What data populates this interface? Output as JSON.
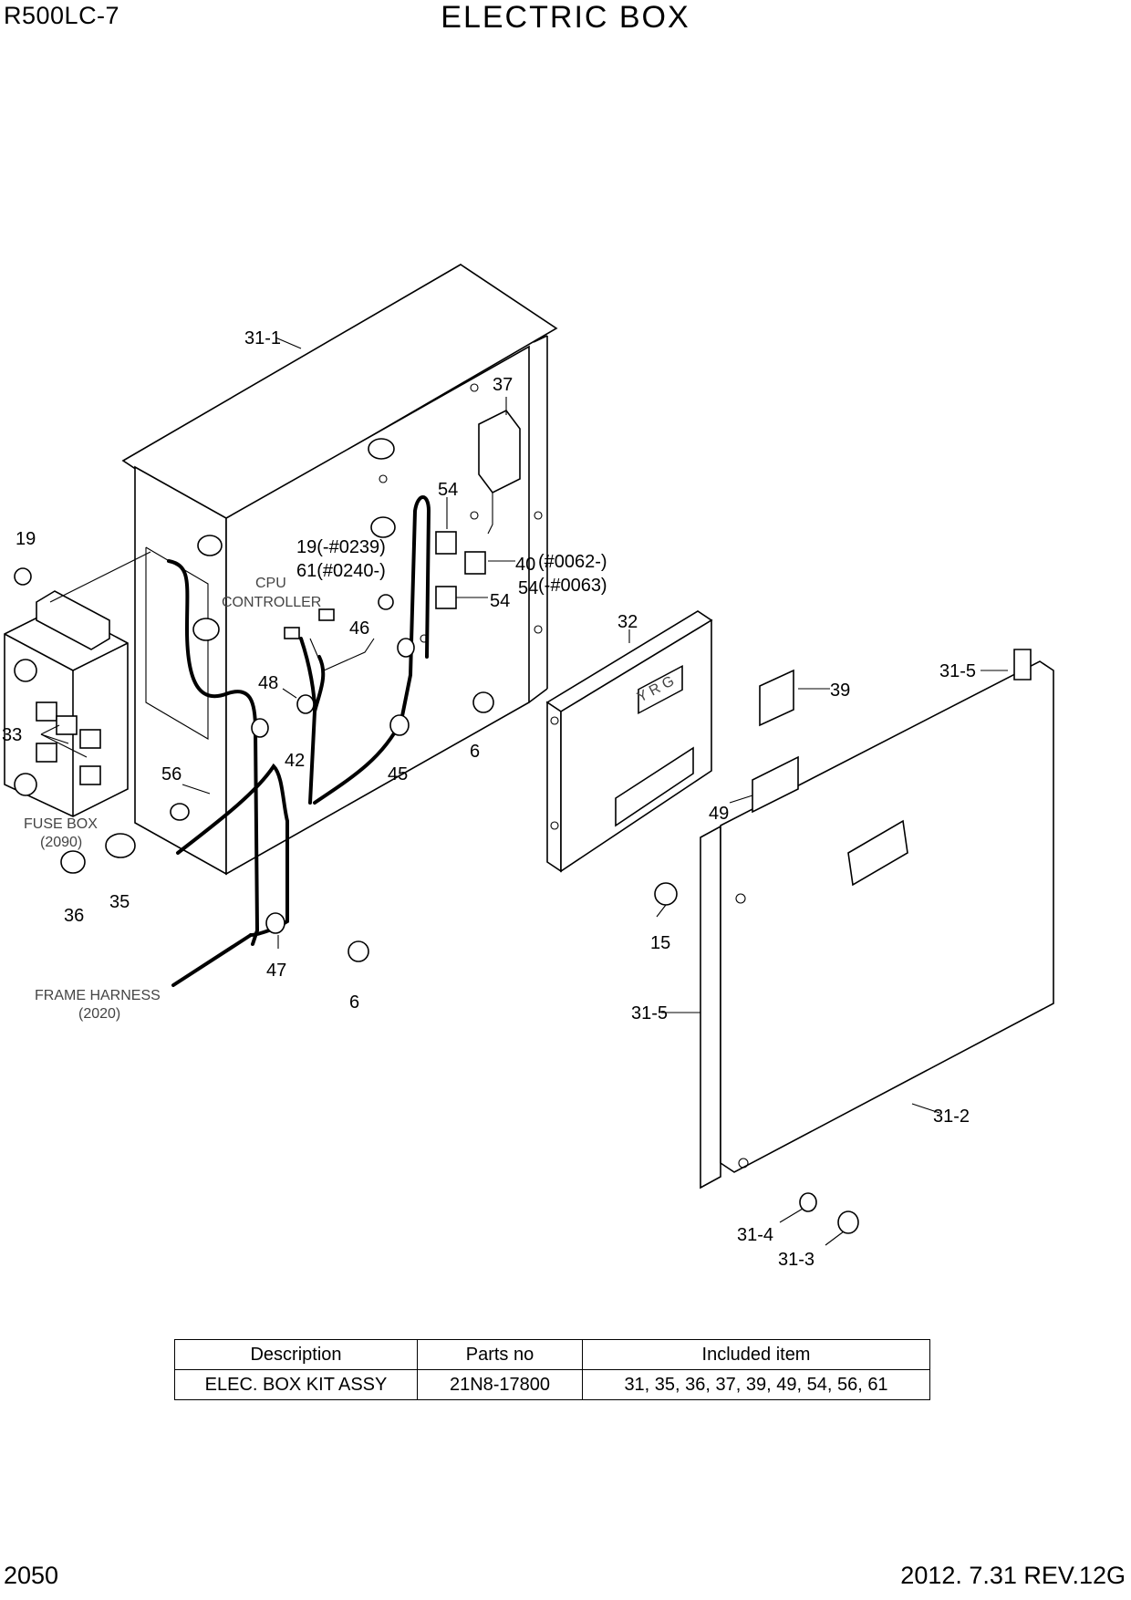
{
  "header": {
    "model": "R500LC-7",
    "title": "ELECTRIC BOX"
  },
  "callouts": {
    "c31_1": "31-1",
    "c37": "37",
    "c19": "19",
    "c54a": "54",
    "c19n": "19(-#0239)",
    "c61n": "61(#0240-)",
    "c40": "40",
    "c40n": "(#0062-)",
    "c54b": "54",
    "c54n": "(-#0063)",
    "c54c": "54",
    "cpu1": "CPU",
    "cpu2": "CONTROLLER",
    "c46": "46",
    "c32": "32",
    "c31_5a": "31-5",
    "c39": "39",
    "c48": "48",
    "c33": "33",
    "c6a": "6",
    "c42": "42",
    "c56": "56",
    "c45": "45",
    "fuse1": "FUSE BOX",
    "fuse2": "(2090)",
    "c49": "49",
    "c35": "35",
    "c36": "36",
    "c15": "15",
    "c47": "47",
    "frame1": "FRAME HARNESS",
    "frame2": "(2020)",
    "c6b": "6",
    "c31_5b": "31-5",
    "c31_2": "31-2",
    "c31_4": "31-4",
    "c31_3": "31-3",
    "lamps": "Y R G"
  },
  "kit_table": {
    "headers": [
      "Description",
      "Parts no",
      "Included item"
    ],
    "rows": [
      [
        "ELEC. BOX KIT ASSY",
        "21N8-17800",
        "31, 35, 36, 37, 39, 49, 54, 56, 61"
      ]
    ]
  },
  "footer": {
    "page": "2050",
    "revision": "2012. 7.31  REV.12G"
  }
}
